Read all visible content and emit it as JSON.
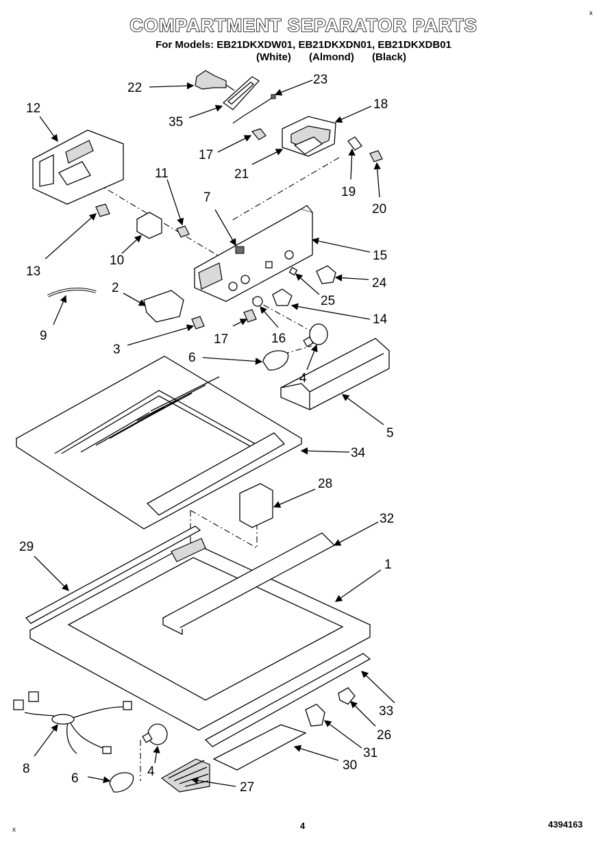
{
  "header": {
    "title": "COMPARTMENT SEPARATOR PARTS",
    "models": "For Models: EB21DKXDW01, EB21DKXDN01, EB21DKXDB01",
    "color_white": "(White)",
    "color_almond": "(Almond)",
    "color_black": "(Black)"
  },
  "footer": {
    "page_number": "4",
    "doc_number": "4394163",
    "corner_mark": "x"
  },
  "callouts": [
    "22",
    "23",
    "35",
    "18",
    "12",
    "17",
    "21",
    "19",
    "20",
    "11",
    "7",
    "13",
    "10",
    "15",
    "24",
    "2",
    "25",
    "9",
    "14",
    "17",
    "16",
    "3",
    "6",
    "4",
    "5",
    "34",
    "28",
    "32",
    "29",
    "1",
    "33",
    "26",
    "8",
    "31",
    "6",
    "4",
    "30",
    "27"
  ]
}
